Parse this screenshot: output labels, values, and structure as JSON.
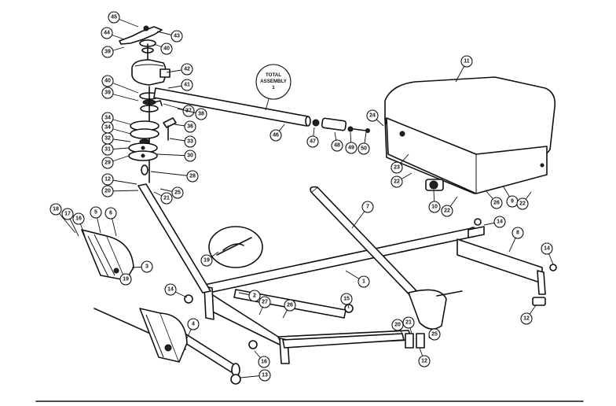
{
  "diagram": {
    "total_assembly_label": [
      "TOTAL",
      "ASSEMBLY",
      "1"
    ],
    "callouts": [
      {
        "id": "c45",
        "label": "45"
      },
      {
        "id": "c44",
        "label": "44"
      },
      {
        "id": "c43",
        "label": "43"
      },
      {
        "id": "c39a",
        "label": "39"
      },
      {
        "id": "c40a",
        "label": "40"
      },
      {
        "id": "c42",
        "label": "42"
      },
      {
        "id": "c40b",
        "label": "40"
      },
      {
        "id": "c41",
        "label": "41"
      },
      {
        "id": "c39b",
        "label": "39"
      },
      {
        "id": "c37",
        "label": "37"
      },
      {
        "id": "c38",
        "label": "38"
      },
      {
        "id": "c34a",
        "label": "34"
      },
      {
        "id": "c34b",
        "label": "34"
      },
      {
        "id": "c36",
        "label": "36"
      },
      {
        "id": "c32",
        "label": "32"
      },
      {
        "id": "c33",
        "label": "33"
      },
      {
        "id": "c31",
        "label": "31"
      },
      {
        "id": "c29",
        "label": "29"
      },
      {
        "id": "c30",
        "label": "30"
      },
      {
        "id": "c28",
        "label": "28"
      },
      {
        "id": "c12a",
        "label": "12"
      },
      {
        "id": "c20a",
        "label": "20"
      },
      {
        "id": "c21a",
        "label": "21"
      },
      {
        "id": "c25a",
        "label": "25"
      },
      {
        "id": "c46",
        "label": "46"
      },
      {
        "id": "c47",
        "label": "47"
      },
      {
        "id": "c48",
        "label": "48"
      },
      {
        "id": "c49",
        "label": "49"
      },
      {
        "id": "c50",
        "label": "50"
      },
      {
        "id": "c11",
        "label": "11"
      },
      {
        "id": "c24",
        "label": "24"
      },
      {
        "id": "c23",
        "label": "23"
      },
      {
        "id": "c22a",
        "label": "22"
      },
      {
        "id": "c10",
        "label": "10"
      },
      {
        "id": "c22b",
        "label": "22"
      },
      {
        "id": "c26",
        "label": "26"
      },
      {
        "id": "c9",
        "label": "9"
      },
      {
        "id": "c22c",
        "label": "22"
      },
      {
        "id": "c18",
        "label": "18"
      },
      {
        "id": "c17",
        "label": "17"
      },
      {
        "id": "c16",
        "label": "16"
      },
      {
        "id": "c5",
        "label": "5"
      },
      {
        "id": "c6",
        "label": "6"
      },
      {
        "id": "c7",
        "label": "7"
      },
      {
        "id": "c8",
        "label": "8"
      },
      {
        "id": "c14a",
        "label": "14"
      },
      {
        "id": "c3",
        "label": "3"
      },
      {
        "id": "c14b",
        "label": "14"
      },
      {
        "id": "c19",
        "label": "19"
      },
      {
        "id": "c19b",
        "label": "19"
      },
      {
        "id": "c14c",
        "label": "14"
      },
      {
        "id": "c1",
        "label": "1"
      },
      {
        "id": "c2",
        "label": "2"
      },
      {
        "id": "c27",
        "label": "27"
      },
      {
        "id": "c26b",
        "label": "26"
      },
      {
        "id": "c15",
        "label": "15"
      },
      {
        "id": "c4",
        "label": "4"
      },
      {
        "id": "c16b",
        "label": "16"
      },
      {
        "id": "c13",
        "label": "13"
      },
      {
        "id": "c20b",
        "label": "20"
      },
      {
        "id": "c21b",
        "label": "21"
      },
      {
        "id": "c25b",
        "label": "25"
      },
      {
        "id": "c12b",
        "label": "12"
      },
      {
        "id": "c12c",
        "label": "12"
      }
    ]
  }
}
